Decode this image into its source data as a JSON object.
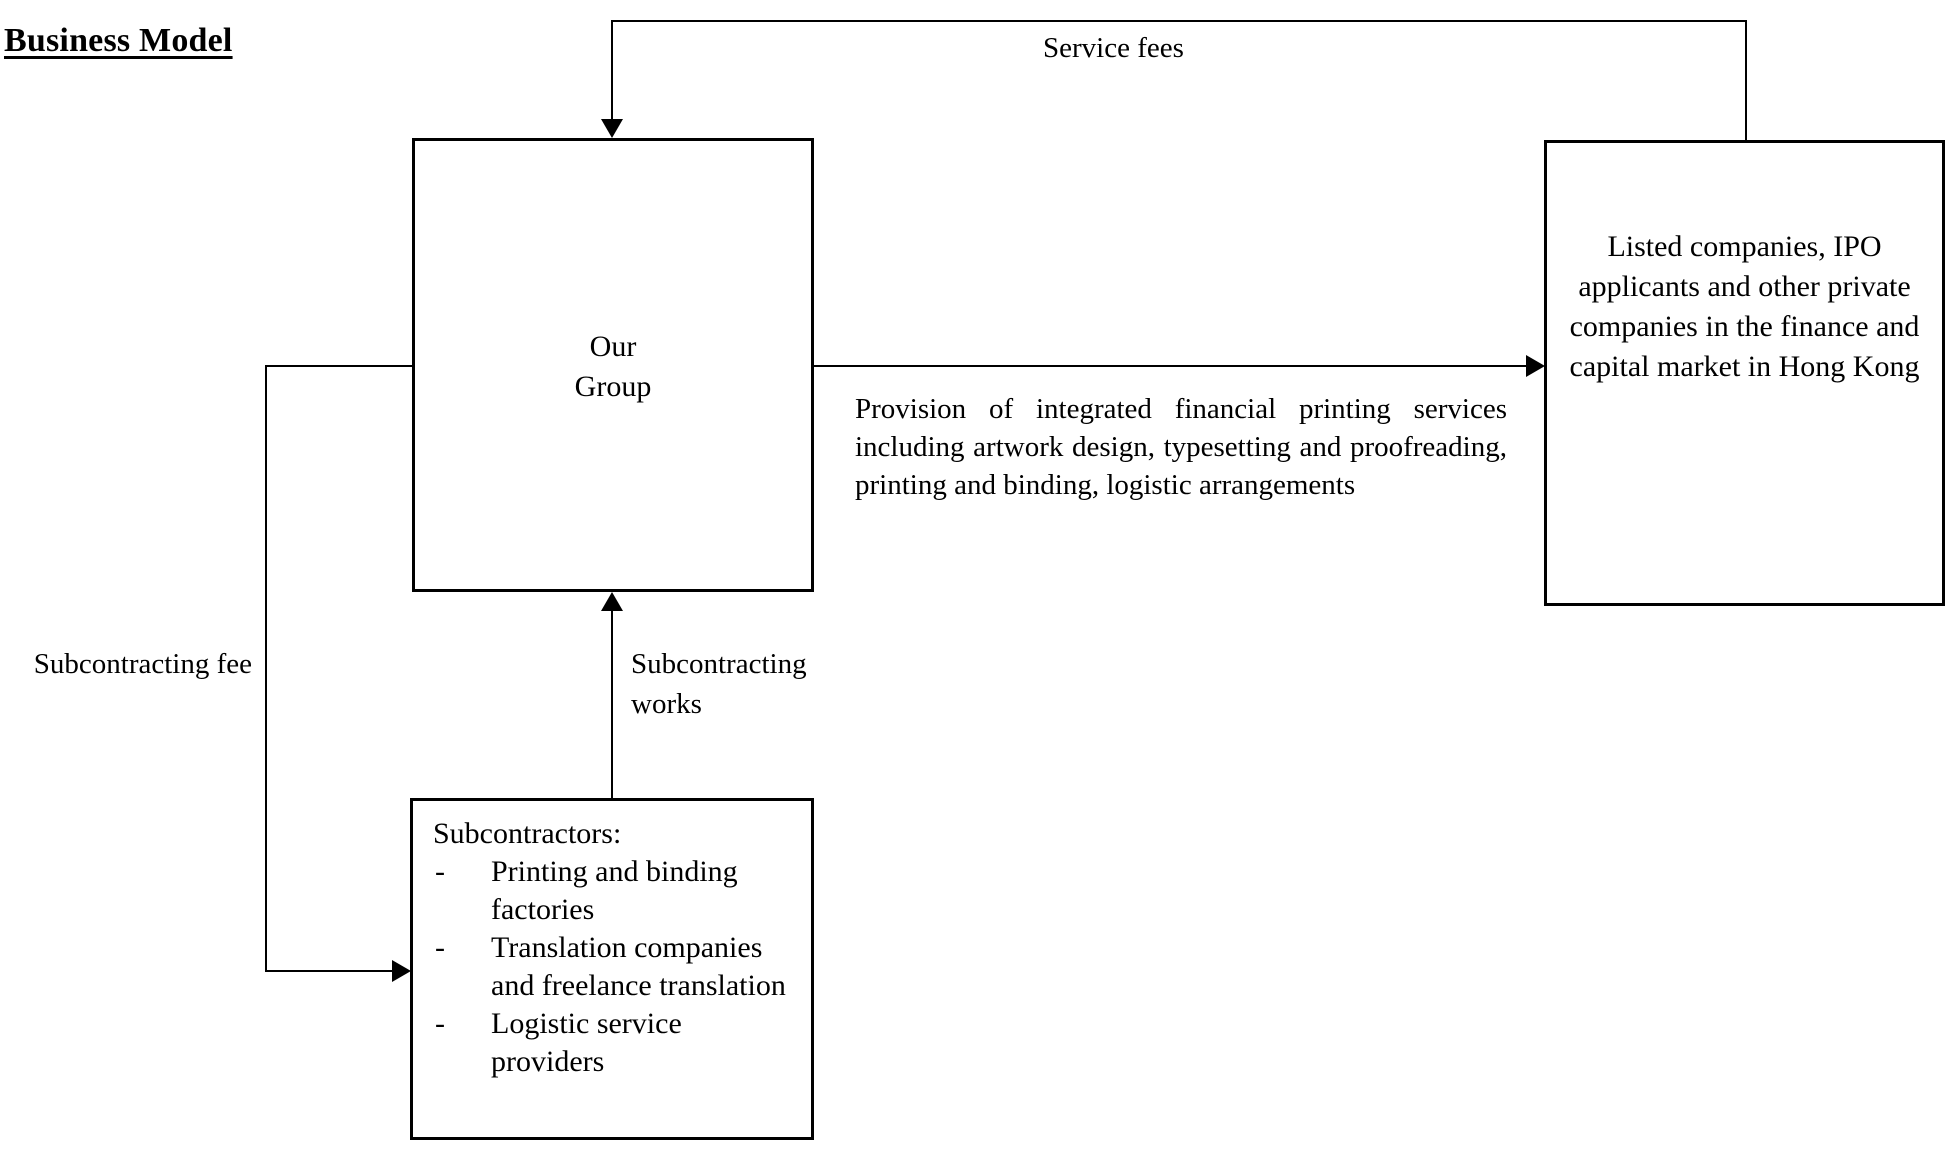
{
  "title": "Business Model",
  "boxes": {
    "our_group": {
      "line1": "Our",
      "line2": "Group"
    },
    "clients": {
      "text": "Listed companies, IPO applicants and other private companies in the finance and capital market in Hong Kong"
    },
    "subcontractors": {
      "heading": "Subcontractors:",
      "dash": "-",
      "items": [
        "Printing and binding factories",
        "Translation companies and freelance translation",
        "Logistic service providers"
      ]
    }
  },
  "flows": {
    "service_fees": "Service fees",
    "provision": "Provision of integrated financial printing services including artwork design, typesetting and proofreading, printing and binding, logistic arrangements",
    "subcontracting_fee": "Subcontracting fee",
    "subcontracting_works": "Subcontracting works"
  },
  "colors": {
    "ink": "#000000",
    "background": "#ffffff"
  }
}
